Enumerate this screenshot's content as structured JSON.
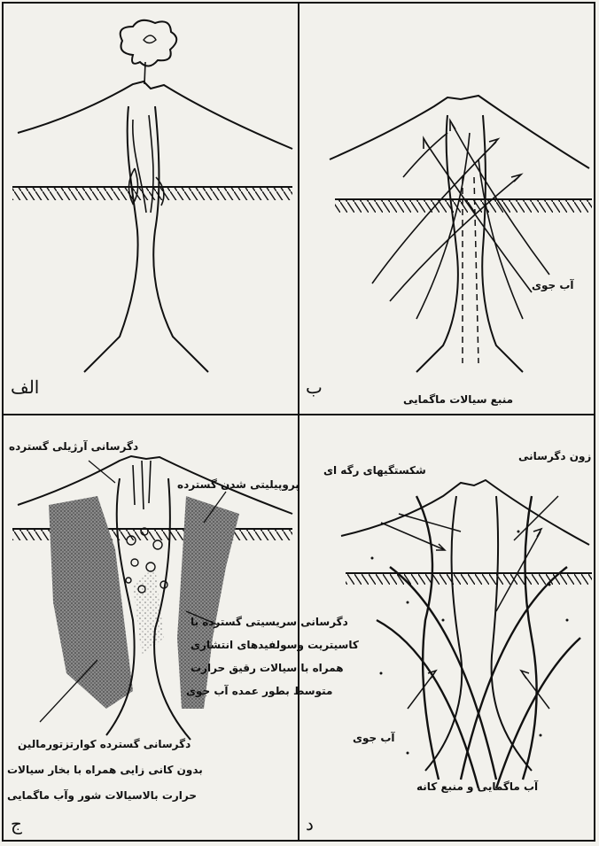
{
  "panels": [
    {
      "letter": "الف",
      "labels": []
    },
    {
      "letter": "ب",
      "labels": [
        "آب جوی",
        "منبع سیالات ماگمایی"
      ]
    },
    {
      "letter": "ج",
      "labels": [
        "دگرسانی آرژیلی گسترده",
        "پروپیلیتی شدن گسترده",
        "دگرسانی سریسیتی گسترده با",
        "کاسیتریت وسولفیدهای انتشاری",
        "همراه با سیالات رقیق حرارت",
        "متوسط بطور عمده آب جوی",
        "دگرسانی گسترده کوارتزتورمالین",
        "بدون کانی زایی همراه با بخار سیالات",
        "حرارت بالاسیالات شور وآب ماگمایی"
      ]
    },
    {
      "letter": "د",
      "labels": [
        "زون دگرسانی",
        "شکستگیهای رگه ای",
        "آب جوی",
        "آب ماگمایی و منبع کانه"
      ]
    }
  ],
  "colors": {
    "line": "#111111",
    "background": "#f2f1ec",
    "stipple": "#555555"
  }
}
